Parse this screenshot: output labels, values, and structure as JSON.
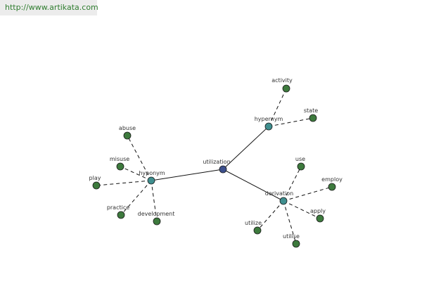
{
  "header": {
    "url_text": "http://www.artikata.com"
  },
  "colors": {
    "center_node": "#3c4f8c",
    "relation_node": "#3f8f8f",
    "leaf_node": "#3d7a3d",
    "url_text": "#2f7d2f",
    "url_bar_bg": "#ececec"
  },
  "graph": {
    "center": {
      "id": "utilization",
      "label": "utilization"
    },
    "relations": [
      {
        "id": "hypernym",
        "label": "hypernym",
        "leaves": [
          {
            "id": "activity",
            "label": "activity"
          },
          {
            "id": "state",
            "label": "state"
          }
        ]
      },
      {
        "id": "hyponym",
        "label": "hyponym",
        "leaves": [
          {
            "id": "abuse",
            "label": "abuse"
          },
          {
            "id": "misuse",
            "label": "misuse"
          },
          {
            "id": "play",
            "label": "play"
          },
          {
            "id": "practice",
            "label": "practice"
          },
          {
            "id": "development",
            "label": "development"
          }
        ]
      },
      {
        "id": "derivation",
        "label": "derivation",
        "leaves": [
          {
            "id": "use",
            "label": "use"
          },
          {
            "id": "employ",
            "label": "employ"
          },
          {
            "id": "apply",
            "label": "apply"
          },
          {
            "id": "utilise",
            "label": "utilise"
          },
          {
            "id": "utilize",
            "label": "utilize"
          }
        ]
      }
    ]
  }
}
